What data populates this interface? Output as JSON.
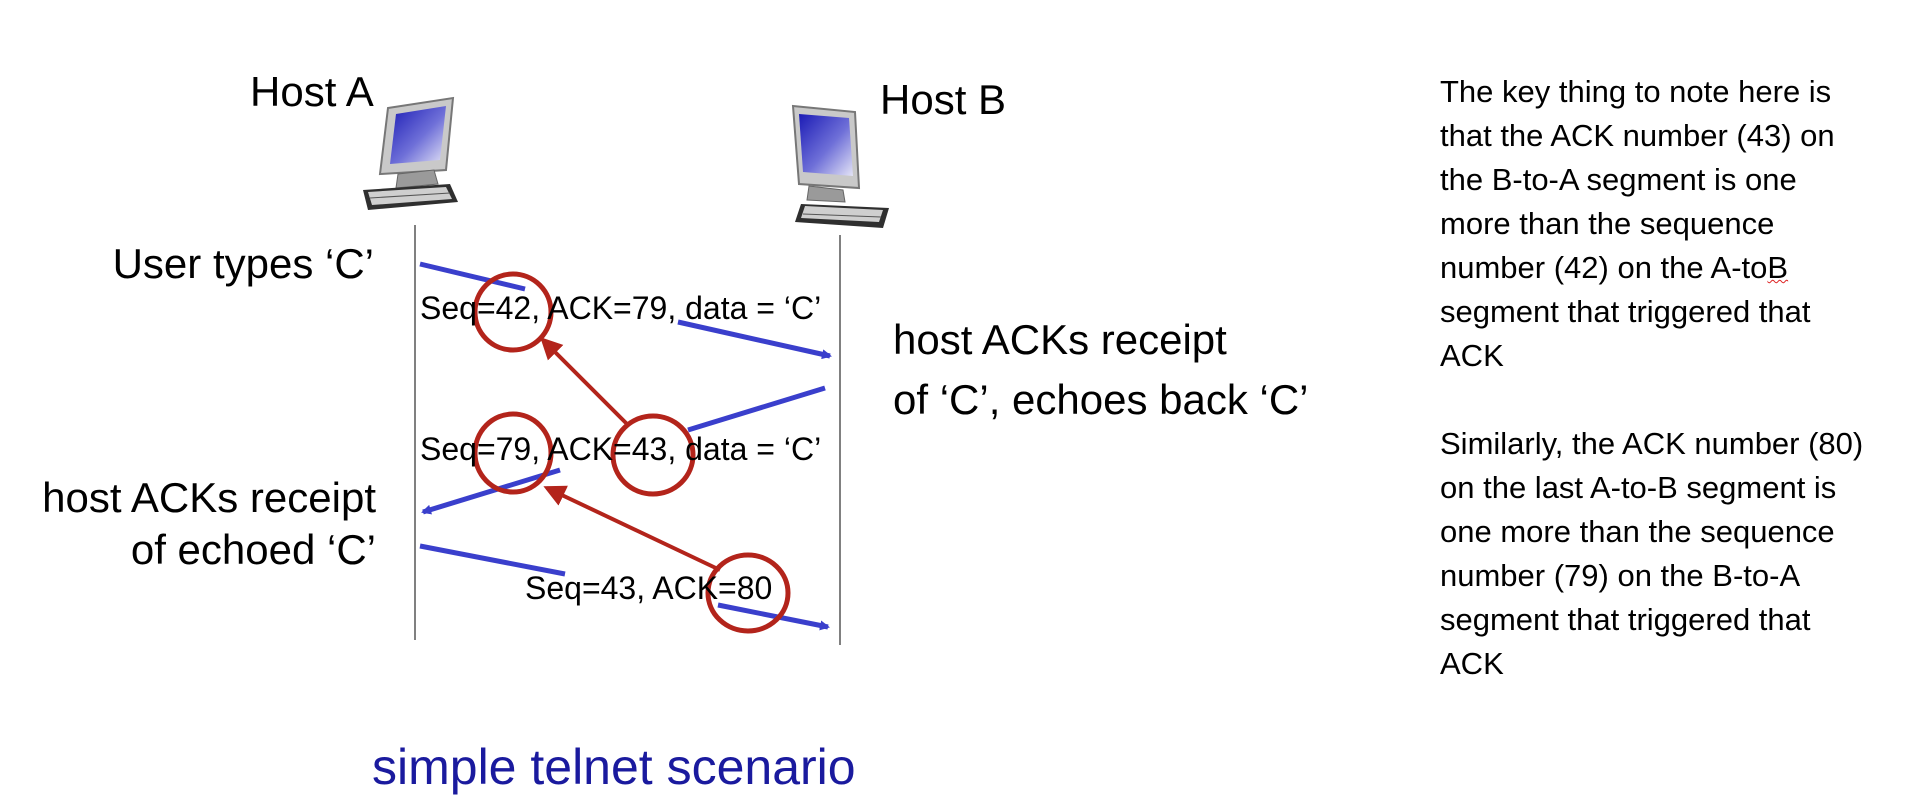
{
  "hosts": {
    "a": {
      "label": "Host A"
    },
    "b": {
      "label": "Host B"
    }
  },
  "events": {
    "user_types": "User types ‘C’",
    "host_b_ack_line1": "host ACKs receipt",
    "host_b_ack_line2": "of ‘C’, echoes back ‘C’",
    "host_a_ack_line1": "host ACKs receipt",
    "host_a_ack_line2": "of echoed ‘C’"
  },
  "segments": [
    {
      "label": "Seq=42, ACK=79, data = ‘C’",
      "direction": "A-to-B"
    },
    {
      "label": "Seq=79, ACK=43, data = ‘C’",
      "direction": "B-to-A"
    },
    {
      "label": "Seq=43, ACK=80",
      "direction": "A-to-B"
    }
  ],
  "caption": "simple telnet scenario",
  "notes": {
    "para1": "The key thing to note here is that the ACK number (43) on the B-to-A segment is one more than the sequence number (42) on the A-to",
    "para1_tail": "B",
    "para1_end": " segment that triggered that ACK",
    "para2": "Similarly, the ACK number (80) on the last A-to-B segment is one more than the sequence number (79) on the B-to-A segment that triggered that ACK"
  },
  "colors": {
    "segment_arrow": "#3a3fcc",
    "highlight": "#b3241b",
    "caption": "#1a1a9e",
    "timeline": "#808080"
  },
  "icons": [
    "computer-icon"
  ]
}
